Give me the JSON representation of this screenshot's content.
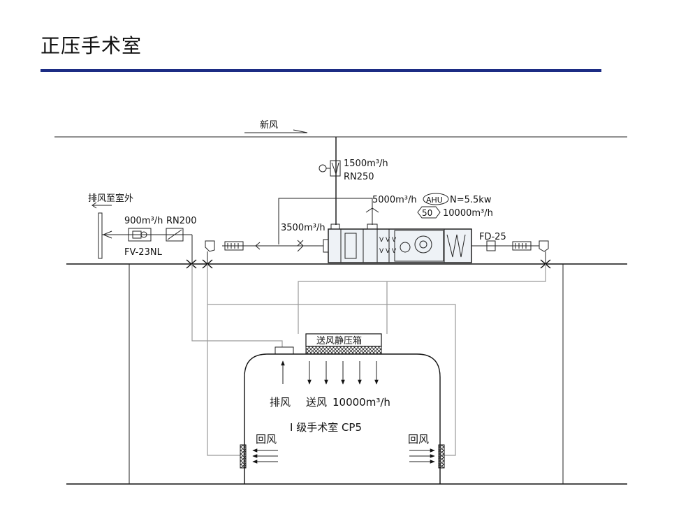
{
  "slide": {
    "title": "正压手术室"
  },
  "colors": {
    "title_rule": "#1c2c84",
    "line": "#111111",
    "duct_gray": "#9a9a9a",
    "unit_fill": "#eef2f6"
  },
  "diagram": {
    "fresh_air": "新风",
    "fresh_air_flow": "1500m³/h",
    "fresh_air_valve": "RN250",
    "exhaust_outdoor": "排风至室外",
    "exhaust_flow": "900m³/h",
    "exhaust_valve": "RN200",
    "exhaust_fan": "FV-23NL",
    "supply_flow_top": "5000m³/h",
    "ahu_spec": "N=5.5kw",
    "ahu_tag": "AHU",
    "ahu_number": "50",
    "ahu_flow": "10000m³/h",
    "return_flow": "3500m³/h",
    "damper": "FD-25",
    "static_box": "送风静压箱",
    "room_exhaust": "排风",
    "room_supply": "送风",
    "room_supply_flow": "10000m³/h",
    "room_name": "I 级手术室  CP5",
    "return_left": "回风",
    "return_right": "回风"
  }
}
